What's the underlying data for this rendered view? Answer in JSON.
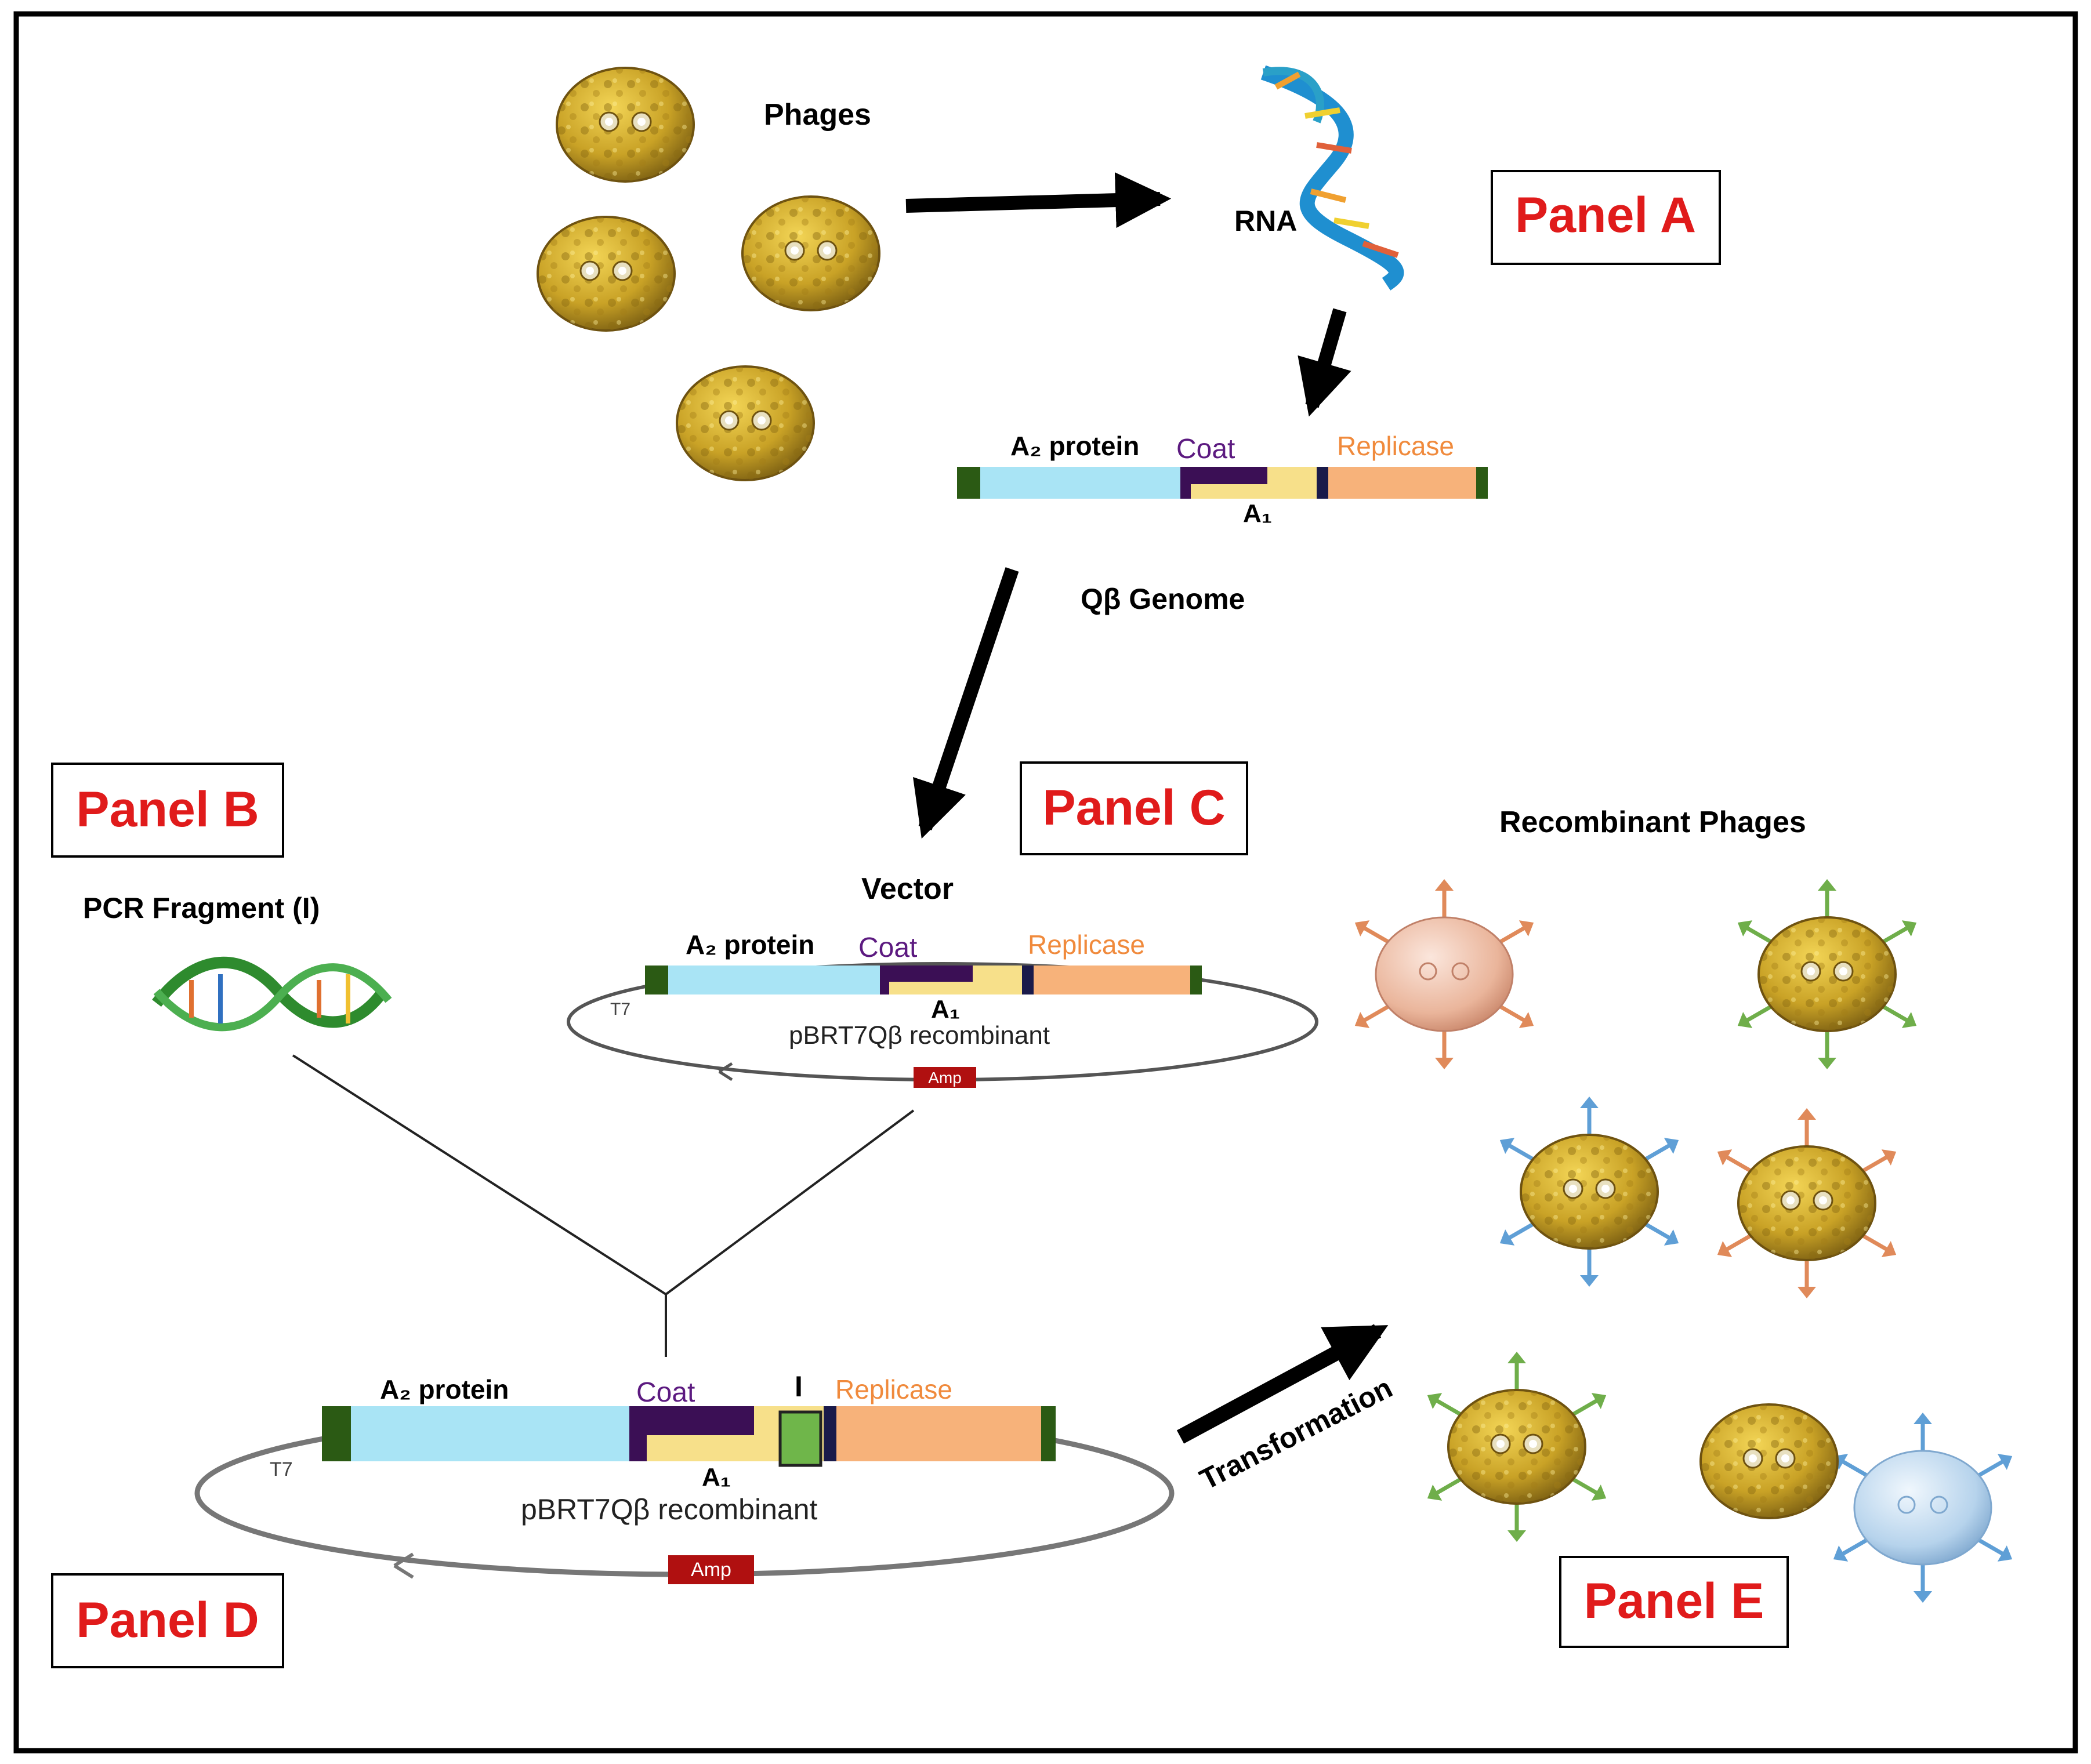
{
  "panels": {
    "a": "Panel A",
    "b": "Panel B",
    "c": "Panel C",
    "d": "Panel D",
    "e": "Panel E"
  },
  "labels": {
    "phages": "Phages",
    "rna": "RNA",
    "genome": "Qβ Genome",
    "vector": "Vector",
    "pcr_fragment": "PCR Fragment (I)",
    "recombinant_phages": "Recombinant Phages",
    "transformation": "Transformation"
  },
  "genome_map": {
    "a2": "A₂ protein",
    "coat": "Coat",
    "replicase": "Replicase",
    "a1": "A₁"
  },
  "vector_plasmid": {
    "a2": "A₂ protein",
    "coat": "Coat",
    "replicase": "Replicase",
    "a1": "A₁",
    "t7": "T7",
    "name": "pBRT7Qβ recombinant",
    "amp": "Amp"
  },
  "recombinant_plasmid": {
    "a2": "A₂ protein",
    "coat": "Coat",
    "insert": "I",
    "replicase": "Replicase",
    "a1": "A₁",
    "t7": "T7",
    "name": "pBRT7Qβ recombinant",
    "amp": "Amp"
  },
  "colors": {
    "panel_title": "#e01b1b",
    "a2_protein": "#a9e4f5",
    "coat": "#3b0f55",
    "coat_label": "#5c1a80",
    "a1": "#f7e08a",
    "replicase": "#f7b27a",
    "replicase_label": "#f08a3c",
    "end_cap": "#2b5a14",
    "insert": "#6fb64a",
    "amp": "#b01010",
    "capsid": "#c9a226",
    "fiber_orange": "#e08a5a",
    "fiber_green": "#6fae4a",
    "fiber_blue": "#5f9fd6",
    "rna_helix": "#1f8fd0",
    "dna_helix": "#2e8b2e"
  },
  "icons": [
    "phage-capsid-icon",
    "rna-helix-icon",
    "dna-helix-icon",
    "recombinant-phage-icon"
  ]
}
